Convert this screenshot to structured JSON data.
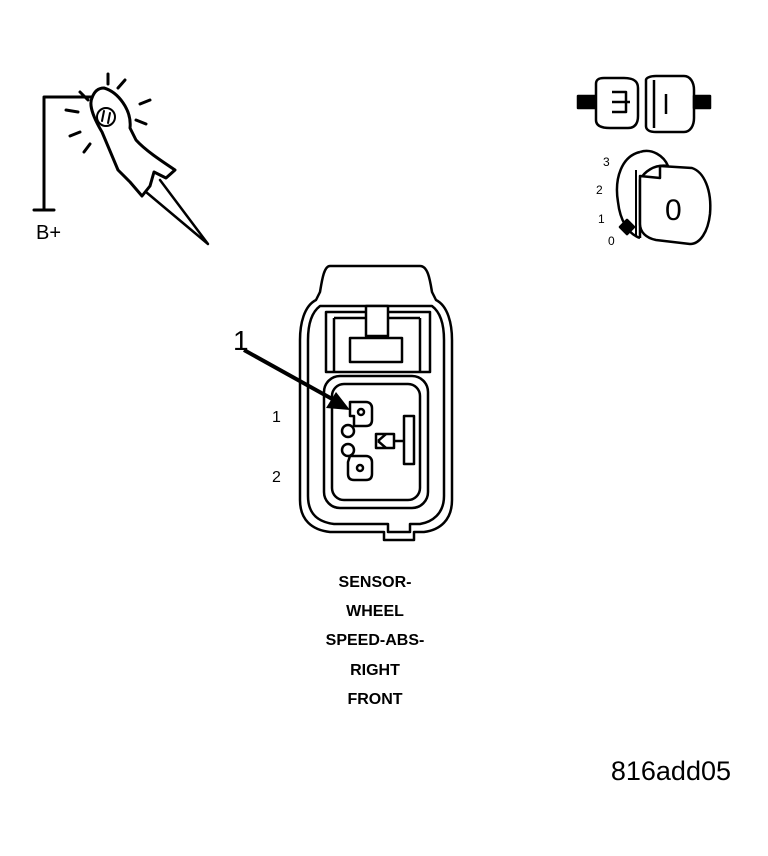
{
  "probe": {
    "voltage_label": "B+"
  },
  "ignition": {
    "positions": [
      "3",
      "2",
      "1",
      "0"
    ],
    "key_label": "0"
  },
  "connector": {
    "callout": "1",
    "pins": [
      "1",
      "2"
    ]
  },
  "caption": {
    "lines": [
      "SENSOR-",
      "WHEEL",
      "SPEED-ABS-",
      "RIGHT",
      "FRONT"
    ]
  },
  "figure_id": "816add05",
  "colors": {
    "line": "#000000",
    "background": "#ffffff"
  }
}
